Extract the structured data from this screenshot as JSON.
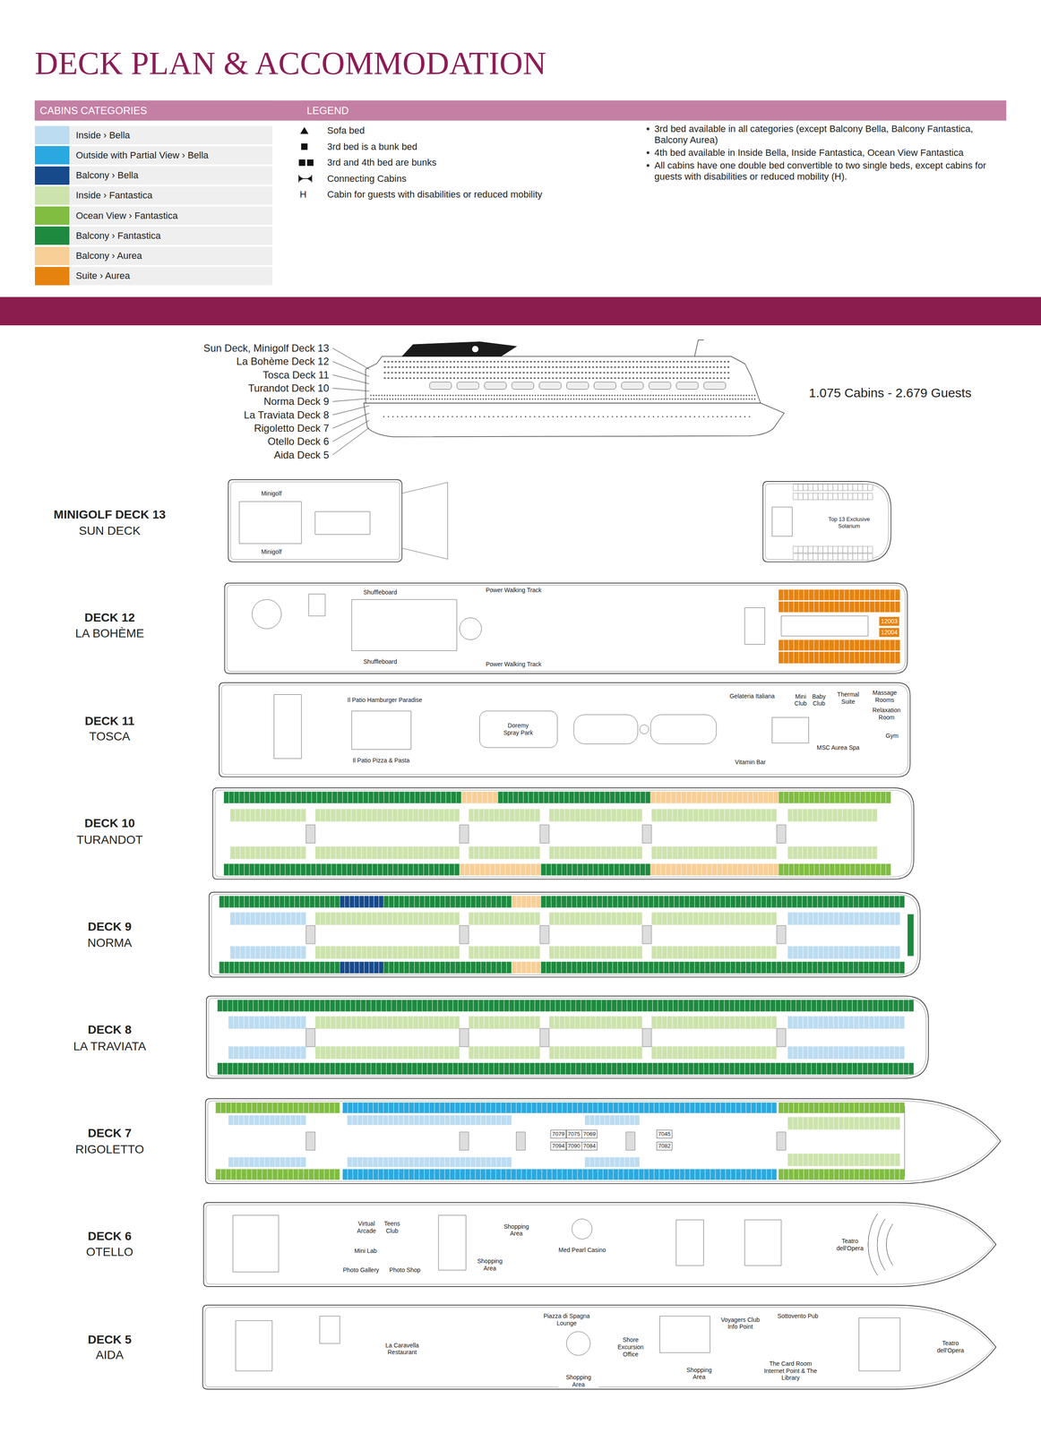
{
  "diagram": {
    "title": "DECK PLAN & ACCOMMODATION",
    "nodes": [
      {
        "text": [
          "CABINS CATEGORIES"
        ]
      },
      {
        "text": [
          "LEGEND"
        ]
      },
      {
        "text": [
          "MINIGOLF DECK 13",
          "SUN DECK"
        ]
      },
      {
        "text": [
          "Minigolf"
        ],
        "in": 2
      },
      {
        "text": [
          "Minigolf"
        ],
        "in": 2
      },
      {
        "text": [
          "Top 13 Exclusive Solarium"
        ],
        "in": 2
      },
      {
        "text": [
          "DECK 12",
          "LA BOHÈME"
        ]
      },
      {
        "text": [
          "Shuffleboard"
        ],
        "in": 6
      },
      {
        "text": [
          "Shuffleboard"
        ],
        "in": 6
      },
      {
        "text": [
          "Power Walking Track"
        ],
        "in": 6
      },
      {
        "text": [
          "Power Walking Track"
        ],
        "in": 6
      },
      {
        "text": [
          "12003"
        ],
        "in": 6
      },
      {
        "text": [
          "12004"
        ],
        "in": 6
      },
      {
        "text": [
          "DECK 11",
          "TOSCA"
        ]
      },
      {
        "text": [
          "Il Patio Hamburger Paradise"
        ],
        "in": 13
      },
      {
        "text": [
          "Il Patio Pizza & Pasta"
        ],
        "in": 13
      },
      {
        "text": [
          "Doremy Spray Park"
        ],
        "in": 13
      },
      {
        "text": [
          "Gelateria Italiana"
        ],
        "in": 13
      },
      {
        "text": [
          "Vitamin Bar"
        ],
        "in": 13
      },
      {
        "text": [
          "Mini Club"
        ],
        "in": 13
      },
      {
        "text": [
          "Baby Club"
        ],
        "in": 13
      },
      {
        "text": [
          "Thermal Suite"
        ],
        "in": 13
      },
      {
        "text": [
          "Massage Rooms"
        ],
        "in": 13
      },
      {
        "text": [
          "Relaxation Room"
        ],
        "in": 13
      },
      {
        "text": [
          "Gym"
        ],
        "in": 13
      },
      {
        "text": [
          "MSC Aurea Spa"
        ],
        "in": 13
      },
      {
        "text": [
          "DECK 10",
          "TURANDOT"
        ]
      },
      {
        "text": [
          "DECK 9",
          "NORMA"
        ]
      },
      {
        "text": [
          "DECK 8",
          "LA TRAVIATA"
        ]
      },
      {
        "text": [
          "DECK 7",
          "RIGOLETTO"
        ]
      },
      {
        "text": [
          "7079"
        ],
        "in": 29
      },
      {
        "text": [
          "7075"
        ],
        "in": 29
      },
      {
        "text": [
          "7069"
        ],
        "in": 29
      },
      {
        "text": [
          "7094"
        ],
        "in": 29
      },
      {
        "text": [
          "7090"
        ],
        "in": 29
      },
      {
        "text": [
          "7084"
        ],
        "in": 29
      },
      {
        "text": [
          "7045"
        ],
        "in": 29
      },
      {
        "text": [
          "7082"
        ],
        "in": 29
      },
      {
        "text": [
          "DECK 6",
          "OTELLO"
        ]
      },
      {
        "text": [
          "Virtual Arcade"
        ],
        "in": 38
      },
      {
        "text": [
          "Teens Club"
        ],
        "in": 38
      },
      {
        "text": [
          "Mini Lab"
        ],
        "in": 38
      },
      {
        "text": [
          "Photo Gallery"
        ],
        "in": 38
      },
      {
        "text": [
          "Photo Shop"
        ],
        "in": 38
      },
      {
        "text": [
          "Shopping Area"
        ],
        "in": 38
      },
      {
        "text": [
          "Shopping Area"
        ],
        "in": 38
      },
      {
        "text": [
          "Med Pearl Casino"
        ],
        "in": 38
      },
      {
        "text": [
          "Teatro dell'Opera"
        ],
        "in": 38
      },
      {
        "text": [
          "DECK 5",
          "AIDA"
        ]
      },
      {
        "text": [
          "La Caravella Restaurant"
        ],
        "in": 48
      },
      {
        "text": [
          "Piazza di Spagna Lounge"
        ],
        "in": 48
      },
      {
        "text": [
          "Voyagers Club Info Point"
        ],
        "in": 48
      },
      {
        "text": [
          "Sottovento Pub"
        ],
        "in": 48
      },
      {
        "text": [
          "Shore Excursion Office"
        ],
        "in": 48
      },
      {
        "text": [
          "Shopping Area"
        ],
        "in": 48
      },
      {
        "text": [
          "Shopping Area"
        ],
        "in": 48
      },
      {
        "text": [
          "The Card Room Internet Point & The Library"
        ],
        "in": 48
      },
      {
        "text": [
          "Teatro dell'Opera"
        ],
        "in": 48
      }
    ],
    "labels": [
      "H",
      "3rd bed available in all categories (except Balcony Bella, Balcony Fantastica, Balcony Aurea)",
      "4th bed available in Inside Bella, Inside Fantastica, Ocean View Fantastica",
      "All cabins have one double bed convertible to two single beds, except cabins for guests with disabilities or reduced mobility (H).",
      "Sun Deck, Minigolf Deck 13",
      "La Bohème Deck 12",
      "Tosca Deck 11",
      "Turandot Deck 10",
      "Norma Deck 9",
      "La Traviata Deck 8",
      "Rigoletto Deck 7",
      "Otello Deck 6",
      "Aida Deck 5",
      "1.075 Cabins - 2.679 Guests"
    ],
    "legend": [
      {
        "text": "Inside › Bella",
        "color": "#bcdcf1"
      },
      {
        "text": "Outside with Partial View › Bella",
        "color": "#2aa9e0"
      },
      {
        "text": "Balcony › Bella",
        "color": "#174a8b"
      },
      {
        "text": "Inside › Fantastica",
        "color": "#cde3ad"
      },
      {
        "text": "Ocean View › Fantastica",
        "color": "#80bd41"
      },
      {
        "text": "Balcony › Fantastica",
        "color": "#1d8a3f"
      },
      {
        "text": "Balcony › Aurea",
        "color": "#f8cf96"
      },
      {
        "text": "Suite › Aurea",
        "color": "#e6830f"
      },
      {
        "text": "Sofa bed"
      },
      {
        "text": "3rd bed is a bunk bed"
      },
      {
        "text": "3rd and 4th bed are bunks"
      },
      {
        "text": "Connecting Cabins"
      },
      {
        "text": "Cabin for guests with disabilities or reduced mobility"
      }
    ]
  }
}
